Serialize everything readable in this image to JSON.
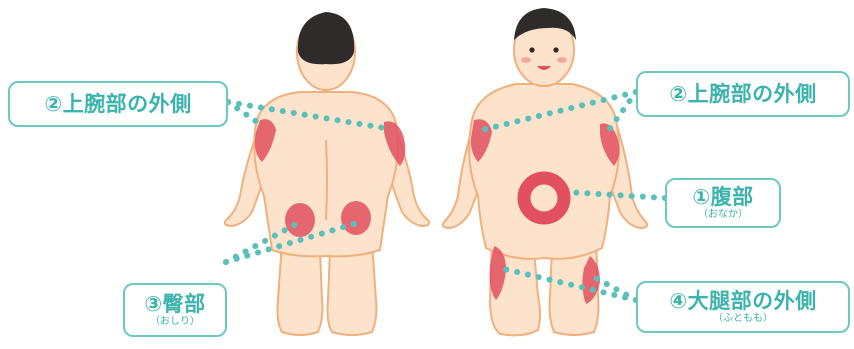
{
  "labels": {
    "upperarm_left": {
      "main": "②上腕部の外側"
    },
    "upperarm_right": {
      "main": "②上腕部の外側"
    },
    "abdomen": {
      "main": "①腹部",
      "sub": "（おなか）"
    },
    "buttock": {
      "main": "③臀部",
      "sub": "（おしり）"
    },
    "thigh": {
      "main": "④大腿部の外側",
      "sub": "（ふともも）"
    }
  },
  "colors": {
    "skin": "#fde3cc",
    "outline": "#f0b07e",
    "injection_site": "#e2505f",
    "accent": "#5cc0ba",
    "hair": "#2f2b2b"
  }
}
